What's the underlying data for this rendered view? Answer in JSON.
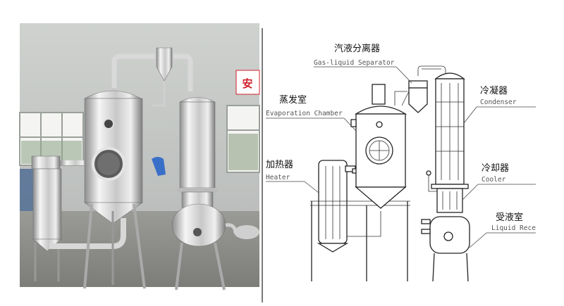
{
  "photo": {
    "safety_sign": "安",
    "colors": {
      "wall": "#c9ccc9",
      "floor": "#8e8f8b",
      "steel_light": "#eeeeee",
      "steel_dark": "#8a8a8a",
      "window_frame": "#f2f2f2",
      "glove": "#3a6fc8",
      "sign": "#d0202a"
    }
  },
  "divider_color": "#222222",
  "labels": {
    "separator": {
      "cn": "汽液分离器",
      "en": "Gas-liquid Separator"
    },
    "evaporation": {
      "cn": "蒸发室",
      "en": "Evaporation Chamber"
    },
    "condenser": {
      "cn": "冷凝器",
      "en": "Condenser"
    },
    "heater": {
      "cn": "加热器",
      "en": "Heater"
    },
    "cooler": {
      "cn": "冷却器",
      "en": "Cooler"
    },
    "receiver": {
      "cn": "受液室",
      "en": "Liquid Rece"
    }
  }
}
